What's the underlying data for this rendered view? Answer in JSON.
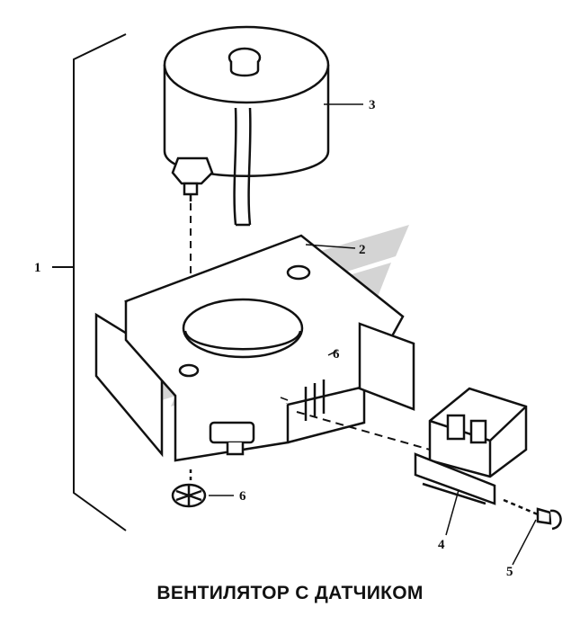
{
  "callouts": [
    "1",
    "2",
    "3",
    "4",
    "5",
    "6",
    "6"
  ],
  "caption": "ВЕНТИЛЯТОР С ДАТЧИКОМ",
  "colors": {
    "ink": "#111111",
    "paper": "#ffffff",
    "watermark": "#b9b9b9"
  }
}
